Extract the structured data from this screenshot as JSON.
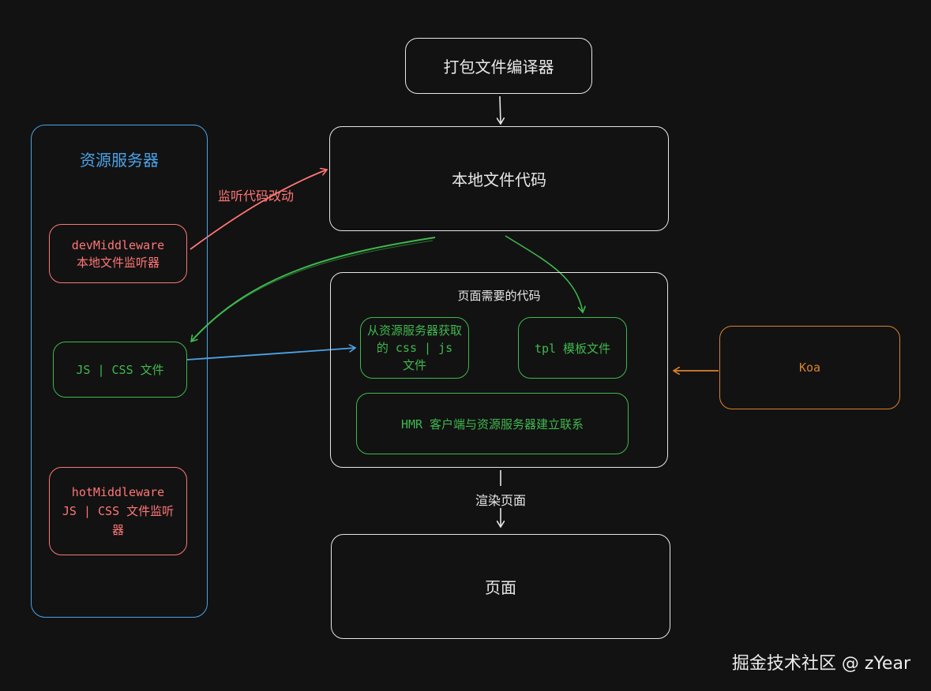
{
  "nodes": {
    "compiler": "打包文件编译器",
    "local_code": "本地文件代码",
    "page_code_title": "页面需要的代码",
    "fetched_assets": "从资源服务器获取的 css | js 文件",
    "tpl": "tpl 模板文件",
    "hmr": "HMR 客户端与资源服务器建立联系",
    "page": "页面",
    "koa": "Koa",
    "resource_server": {
      "title": "资源服务器",
      "dev_middleware": [
        "devMiddleware",
        "本地文件监听器"
      ],
      "js_css": "JS | CSS 文件",
      "hot_middleware": [
        "hotMiddleware",
        "JS | CSS 文件监听",
        "器"
      ]
    }
  },
  "edges": {
    "watch_label": "监听代码改动",
    "render_label": "渲染页面"
  },
  "watermark": "掘金技术社区 @ zYear",
  "colors": {
    "background": "#121212",
    "stroke": "#e6e6e6",
    "blue": "#4aa3e8",
    "red": "#ff7676",
    "green": "#3fb84e",
    "orange": "#d9822b"
  }
}
